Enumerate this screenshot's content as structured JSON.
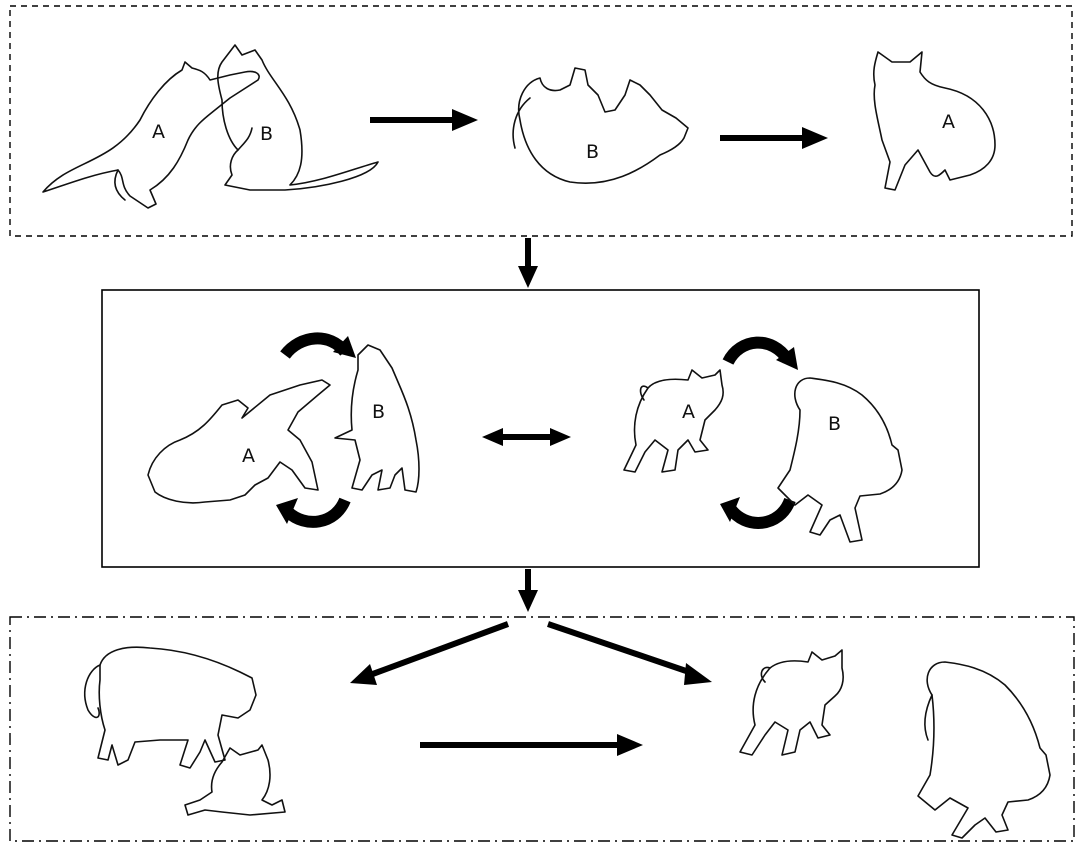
{
  "labels": {
    "top_fight_cat_a": "A",
    "top_fight_cat_b": "B",
    "top_rolled_cat_b": "B",
    "top_sitting_cat_a": "A",
    "mid_left_cat_a": "A",
    "mid_left_cat_b": "B",
    "mid_right_cat_a": "A",
    "mid_right_cat_b": "B"
  },
  "panels": [
    {
      "id": "top",
      "border": "dashed"
    },
    {
      "id": "middle",
      "border": "solid"
    },
    {
      "id": "bottom",
      "border": "dash-dot"
    }
  ],
  "colors": {
    "line": "#000000",
    "background": "#ffffff"
  }
}
